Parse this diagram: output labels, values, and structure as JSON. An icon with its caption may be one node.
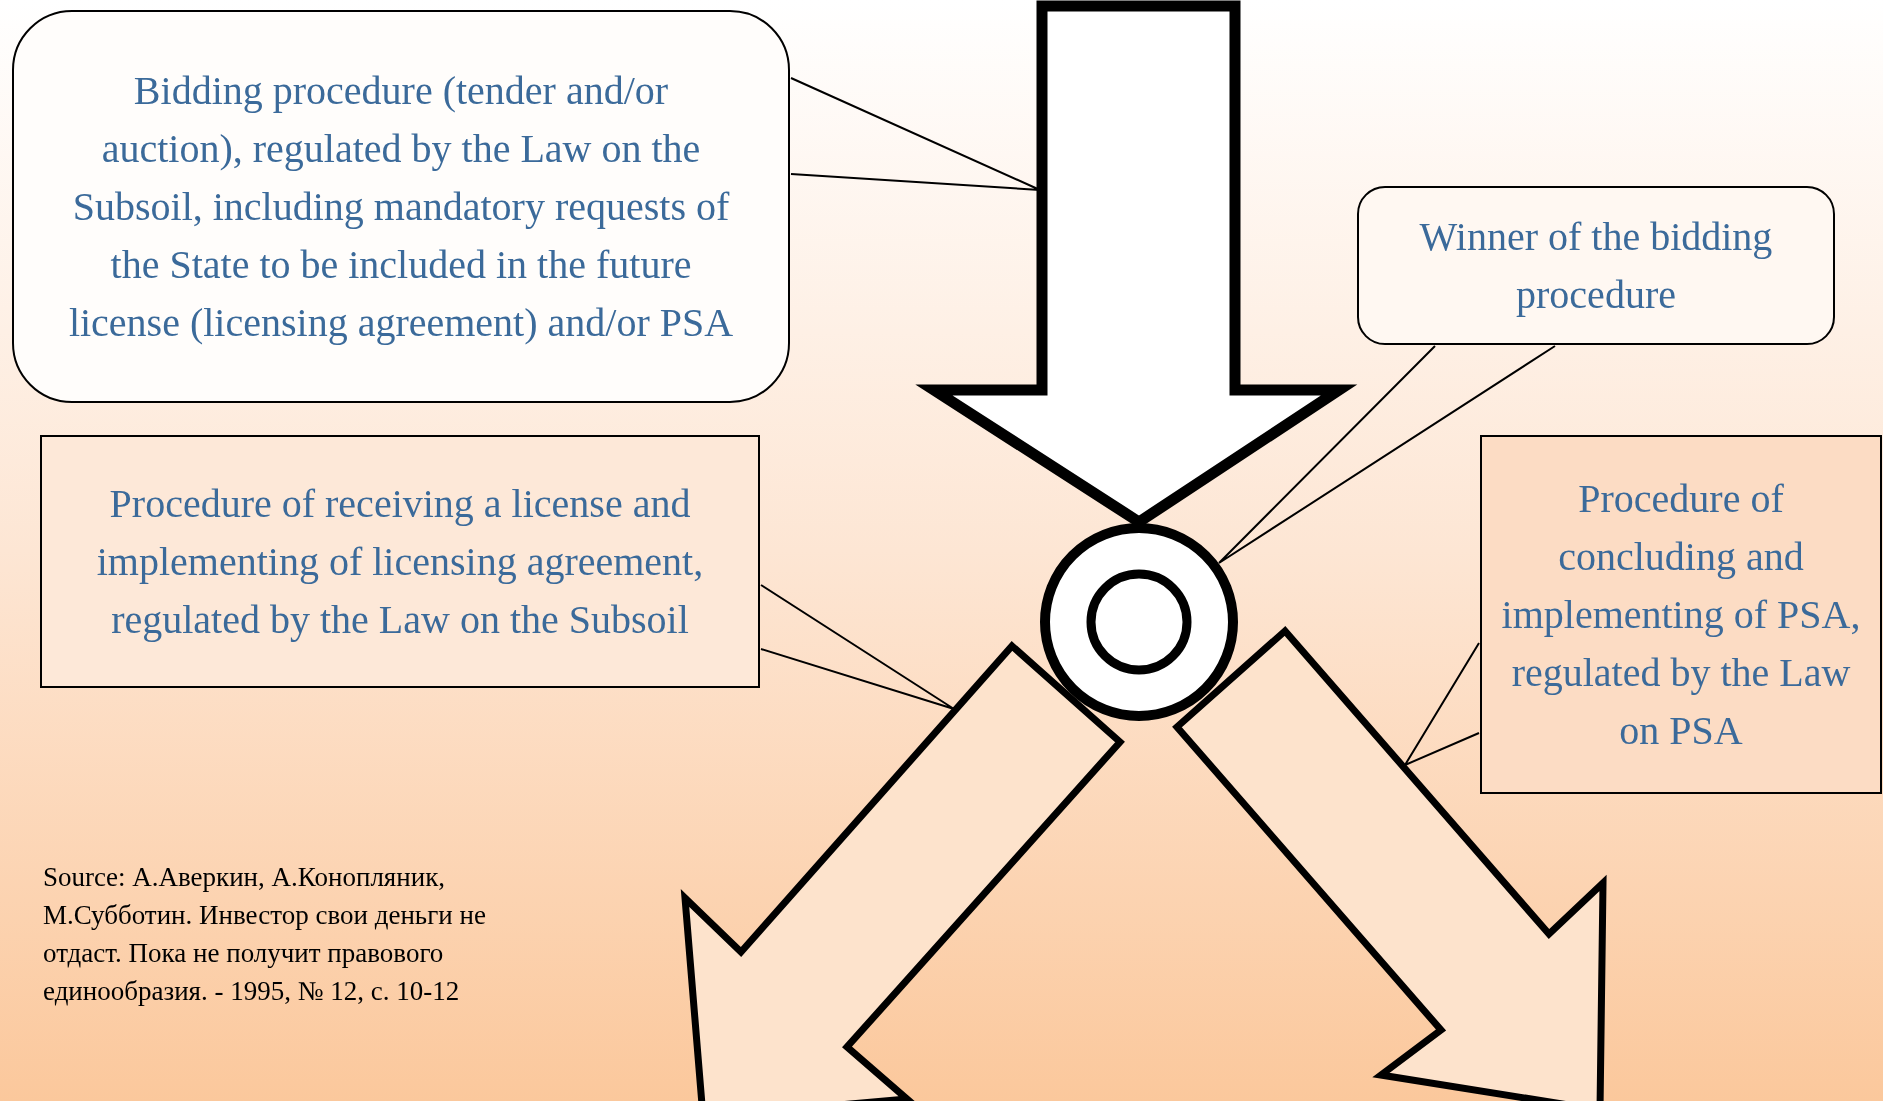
{
  "diagram": {
    "nodes": [
      {
        "text": [
          "Bidding procedure (tender and/or auction), regulated by the Law on the Subsoil, including mandatory requests of the State to be included in the future license (licensing agreement) and/or PSA"
        ]
      },
      {
        "text": [],
        "shape": "arrow"
      },
      {
        "text": [
          "Winner of the bidding procedure"
        ]
      },
      {
        "text": [],
        "shape": "circle"
      },
      {
        "text": [
          "Procedure of receiving a license and implementing of licensing agreement, regulated by the Law on the Subsoil"
        ]
      },
      {
        "text": [],
        "shape": "arrow"
      },
      {
        "text": [],
        "shape": "arrow"
      },
      {
        "text": [
          "Procedure of concluding and implementing of PSA, regulated by the Law on PSA"
        ]
      }
    ],
    "edges": [
      {
        "from": 0,
        "to": 1,
        "arrow": "none"
      },
      {
        "from": 2,
        "to": 3,
        "arrow": "none"
      },
      {
        "from": 4,
        "to": 5,
        "arrow": "none"
      },
      {
        "from": 7,
        "to": 6,
        "arrow": "none"
      }
    ],
    "labels": [
      "Source: А.Аверкин, А.Конопляник, М.Субботин. Инвестор свои деньги не отдаст. Пока не получит правового единообразия. - 1995, № 12, с. 10-12"
    ]
  }
}
